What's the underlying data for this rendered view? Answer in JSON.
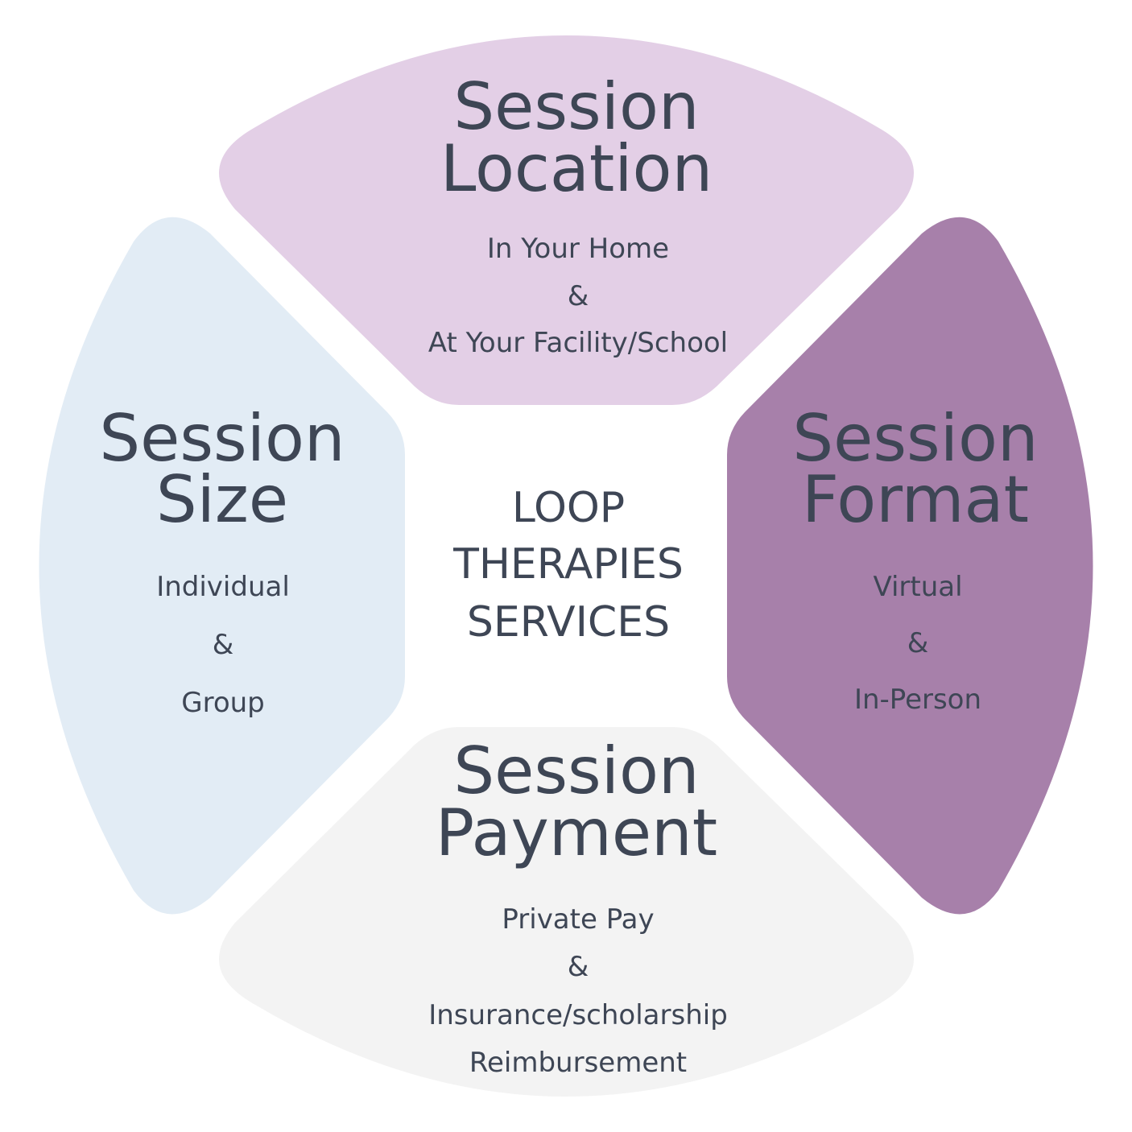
{
  "center": {
    "lines": [
      "LOOP",
      "THERAPIES",
      "SERVICES"
    ]
  },
  "segments": {
    "location": {
      "title_lines": [
        "Session",
        "Location"
      ],
      "items": [
        "In Your Home",
        "&",
        "At Your Facility/School"
      ],
      "color": "#e3cfe6"
    },
    "format": {
      "title_lines": [
        "Session",
        "Format"
      ],
      "items": [
        "Virtual",
        "&",
        "In-Person"
      ],
      "color": "#a780aa"
    },
    "payment": {
      "title_lines": [
        "Session",
        "Payment"
      ],
      "items": [
        "Private Pay",
        "&",
        "Insurance/scholarship",
        "Reimbursement"
      ],
      "color": "#f3f3f3"
    },
    "size": {
      "title_lines": [
        "Session",
        "Size"
      ],
      "items": [
        "Individual",
        "&",
        "Group"
      ],
      "color": "#e2ecf5"
    }
  },
  "colors": {
    "text": "#3e4655",
    "background": "#ffffff"
  }
}
